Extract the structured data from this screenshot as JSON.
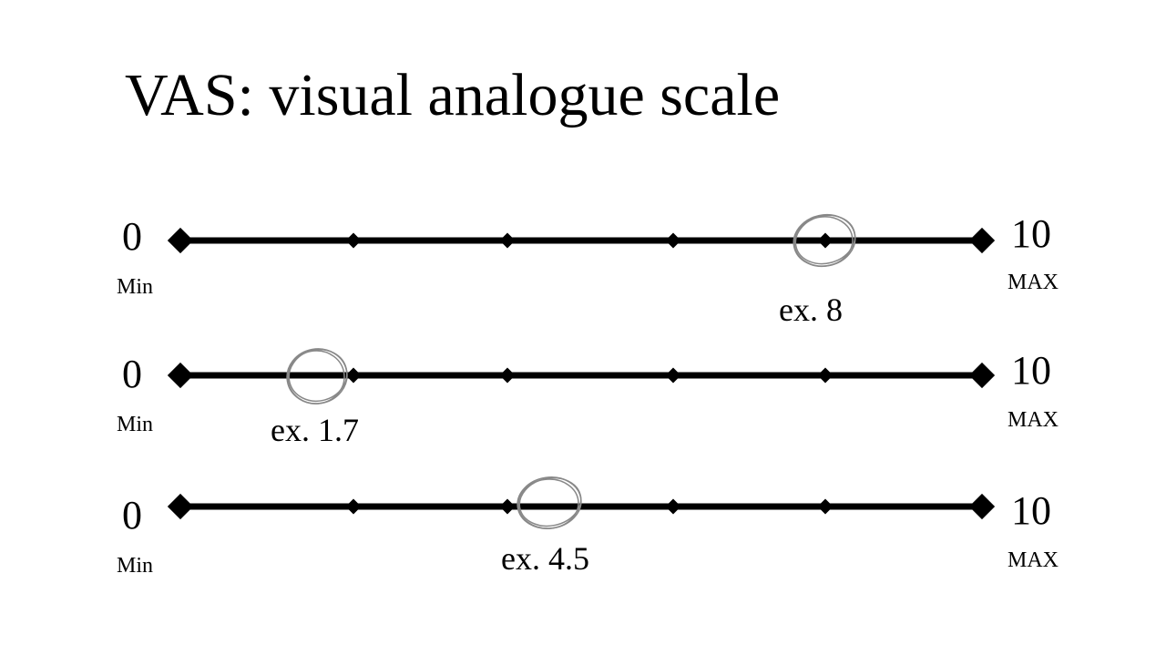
{
  "title": "VAS: visual analogue scale",
  "scale": {
    "min_value": "0",
    "max_value": "10",
    "min_label": "Min",
    "max_label": "MAX",
    "tick_values": [
      0,
      2,
      4,
      6,
      8,
      10
    ],
    "line_color": "#000000",
    "circle_color": "#888888"
  },
  "examples": [
    {
      "label": "ex. 8",
      "value": 8
    },
    {
      "label": "ex. 1.7",
      "value": 1.7
    },
    {
      "label": "ex. 4.5",
      "value": 4.5
    }
  ]
}
